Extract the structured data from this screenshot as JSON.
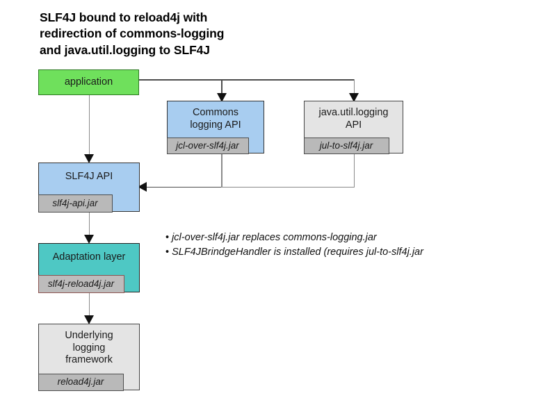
{
  "diagram": {
    "title": "SLF4J bound to reload4j with\nredirection of commons-logging\nand java.util.logging to SLF4J",
    "palette": {
      "application_fill": "#6fe05c",
      "application_border": "#2f7a24",
      "api_blue_fill": "#a8cdf0",
      "adaptation_teal_fill": "#4ec8c4",
      "neutral_grey_fill": "#e4e4e4",
      "jar_chip_fill": "#b9b9b9",
      "jar_chip_red_border": "#8d5350",
      "connector": "#4d4d4d"
    },
    "nodes": {
      "application": {
        "label": "application",
        "jar": null
      },
      "commons_logging": {
        "label": "Commons\nlogging API",
        "jar": "jcl-over-slf4j.jar"
      },
      "jul": {
        "label": "java.util.logging\nAPI",
        "jar": "jul-to-slf4j.jar"
      },
      "slf4j_api": {
        "label": "SLF4J API",
        "jar": "slf4j-api.jar"
      },
      "adaptation": {
        "label": "Adaptation layer",
        "jar": "slf4j-reload4j.jar"
      },
      "underlying": {
        "label": "Underlying\nlogging\nframework",
        "jar": "reload4j.jar"
      }
    },
    "notes": {
      "bullet_glyph": "•",
      "lines": [
        "jcl-over-slf4j.jar replaces commons-logging.jar",
        "SLF4JBrindgeHandler is installed (requires jul-to-slf4j.jar"
      ]
    }
  }
}
